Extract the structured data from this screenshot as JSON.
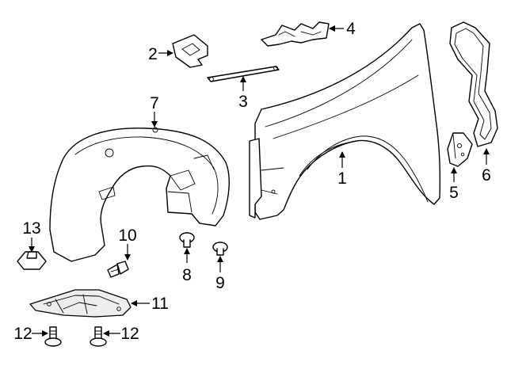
{
  "callouts": {
    "p1": "1",
    "p2": "2",
    "p3": "3",
    "p4": "4",
    "p5": "5",
    "p6": "6",
    "p7": "7",
    "p8": "8",
    "p9": "9",
    "p10": "10",
    "p11": "11",
    "p12a": "12",
    "p12b": "12",
    "p13": "13"
  },
  "colors": {
    "line": "#000000",
    "background": "#ffffff",
    "shade": "#ededed"
  }
}
